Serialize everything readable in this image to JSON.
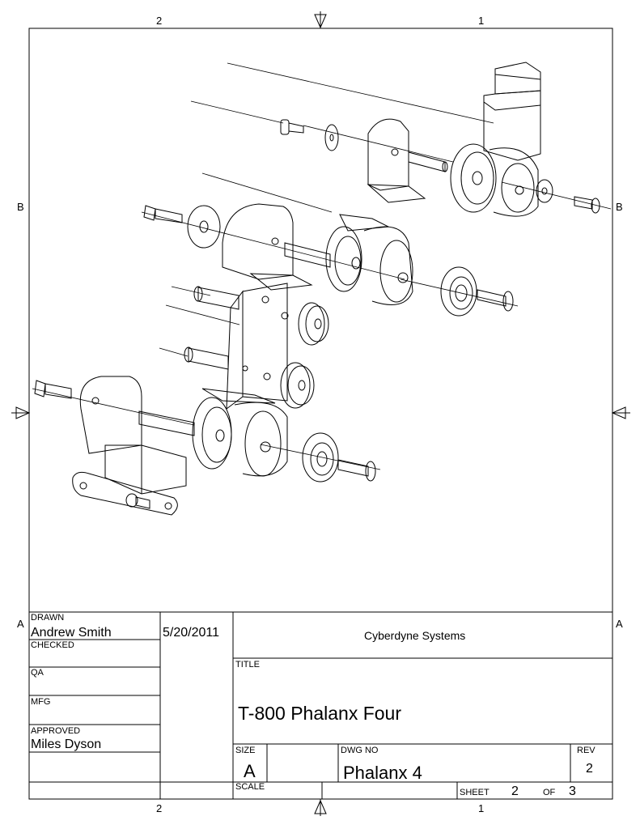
{
  "zones": {
    "top_left": "2",
    "top_right": "1",
    "bottom_left": "2",
    "bottom_right": "1",
    "left_top": "B",
    "right_top": "B",
    "left_bottom": "A",
    "right_bottom": "A"
  },
  "title_block": {
    "drawn_label": "DRAWN",
    "drawn_name": "Andrew Smith",
    "drawn_date": "5/20/2011",
    "checked_label": "CHECKED",
    "qa_label": "QA",
    "mfg_label": "MFG",
    "approved_label": "APPROVED",
    "approved_name": "Miles Dyson",
    "company": "Cyberdyne Systems",
    "title_label": "TITLE",
    "title": "T-800 Phalanx Four",
    "size_label": "SIZE",
    "size": "A",
    "dwg_no_label": "DWG NO",
    "dwg_no": "Phalanx 4",
    "rev_label": "REV",
    "rev": "2",
    "scale_label": "SCALE",
    "sheet_label": "SHEET",
    "sheet": "2",
    "of_label": "OF",
    "sheet_total": "3"
  }
}
